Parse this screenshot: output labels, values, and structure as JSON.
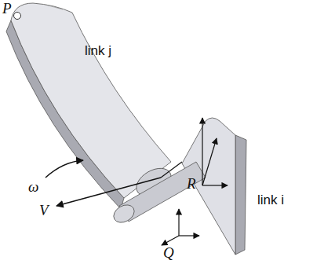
{
  "diagram": {
    "labels": [
      "P",
      "link j",
      "ω",
      "V",
      "R",
      "Q",
      "link i"
    ]
  }
}
